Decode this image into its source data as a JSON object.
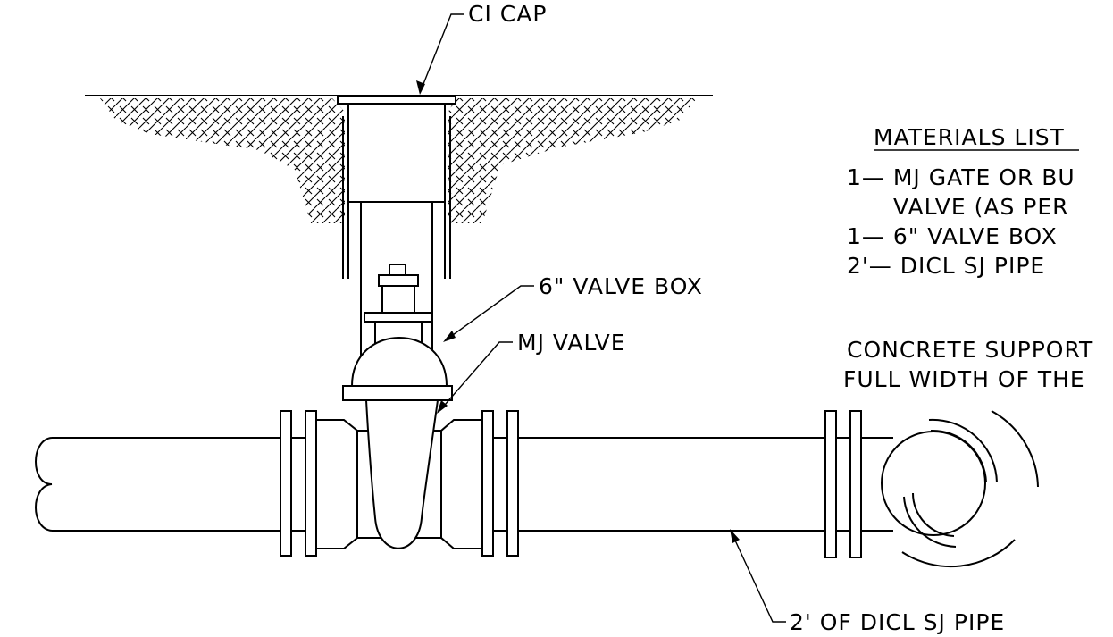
{
  "labels": {
    "ci_cap": "CI CAP",
    "valve_box": "6\" VALVE BOX",
    "mj_valve": "MJ VALVE",
    "pipe": "2' OF DICL SJ PIPE"
  },
  "materials": {
    "title": "MATERIALS LIST",
    "items": [
      "1— MJ GATE OR BU",
      "VALVE (AS PER",
      "1— 6\" VALVE BOX",
      "2'— DICL SJ PIPE"
    ]
  },
  "concrete_note": {
    "line1": "CONCRETE SUPPORT",
    "line2": "FULL WIDTH OF THE"
  }
}
